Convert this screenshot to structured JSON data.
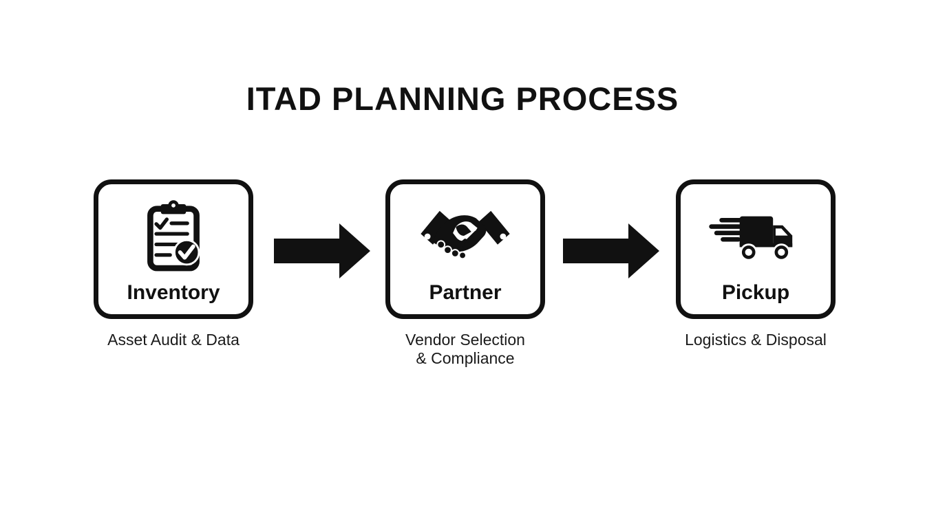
{
  "title": "ITAD PLANNING PROCESS",
  "steps": [
    {
      "label": "Inventory",
      "icon": "clipboard-checklist-icon",
      "caption_lines": [
        "Asset Audit & Data"
      ]
    },
    {
      "label": "Partner",
      "icon": "handshake-icon",
      "caption_lines": [
        "Vendor Selection",
        "& Compliance"
      ]
    },
    {
      "label": "Pickup",
      "icon": "delivery-truck-icon",
      "caption_lines": [
        "Logistics & Disposal"
      ]
    }
  ],
  "colors": {
    "ink": "#111111",
    "background": "#ffffff"
  }
}
